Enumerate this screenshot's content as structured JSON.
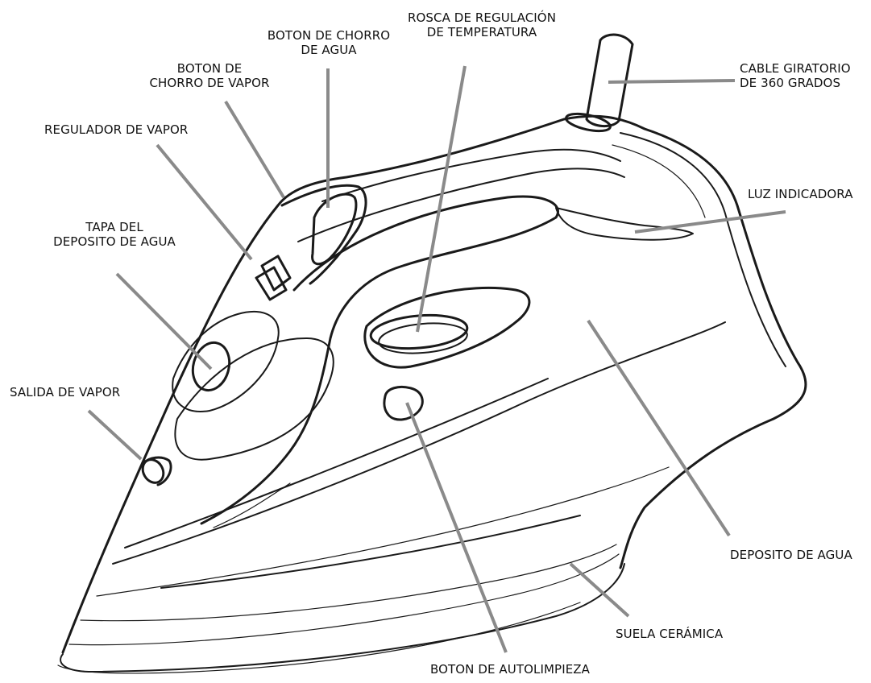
{
  "diagram": {
    "labels": {
      "boton_chorro_agua": [
        "BOTON DE CHORRO",
        "DE AGUA"
      ],
      "rosca_temperatura": [
        "ROSCA DE REGULACIÓN",
        "DE TEMPERATURA"
      ],
      "boton_chorro_vapor": [
        "BOTON DE",
        "CHORRO DE VAPOR"
      ],
      "cable_giratorio": [
        "CABLE GIRATORIO",
        "DE 360 GRADOS"
      ],
      "regulador_vapor": [
        "REGULADOR DE VAPOR"
      ],
      "luz_indicadora": [
        "LUZ INDICADORA"
      ],
      "tapa_deposito": [
        "TAPA DEL",
        "DEPOSITO DE AGUA"
      ],
      "salida_vapor": [
        "SALIDA DE VAPOR"
      ],
      "deposito_agua": [
        "DEPOSITO DE AGUA"
      ],
      "suela_ceramica": [
        "SUELA CERÁMICA"
      ],
      "boton_autolimpieza": [
        "BOTON DE AUTOLIMPIEZA"
      ]
    },
    "leader_color": "#8a8a8a",
    "line_color": "#1a1a1a"
  }
}
